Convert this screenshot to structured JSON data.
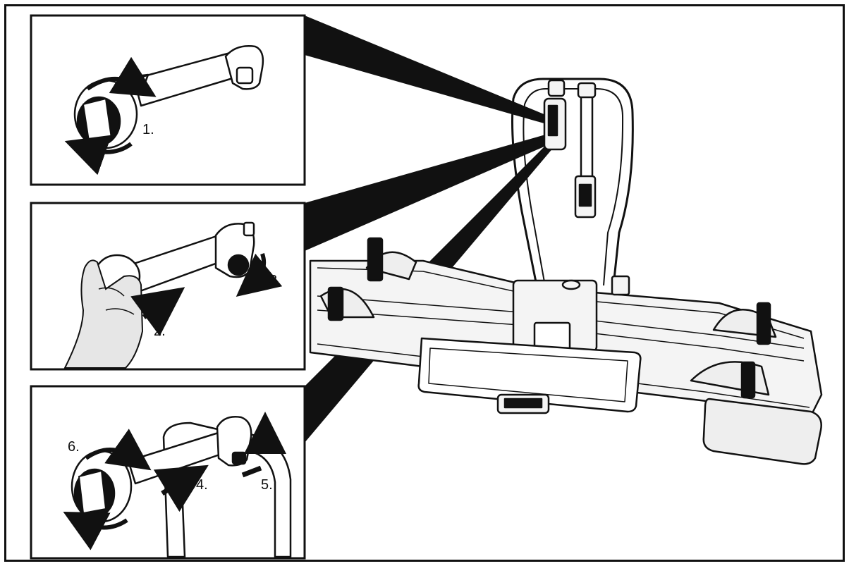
{
  "colors": {
    "ink": "#111111",
    "paper": "#ffffff",
    "skin": "#e6e6e6",
    "rack": "#f4f4f4"
  },
  "steps": [
    {
      "number": "1."
    },
    {
      "number": "2."
    },
    {
      "number": "3."
    },
    {
      "number": "4."
    },
    {
      "number": "5."
    },
    {
      "number": "6."
    }
  ]
}
